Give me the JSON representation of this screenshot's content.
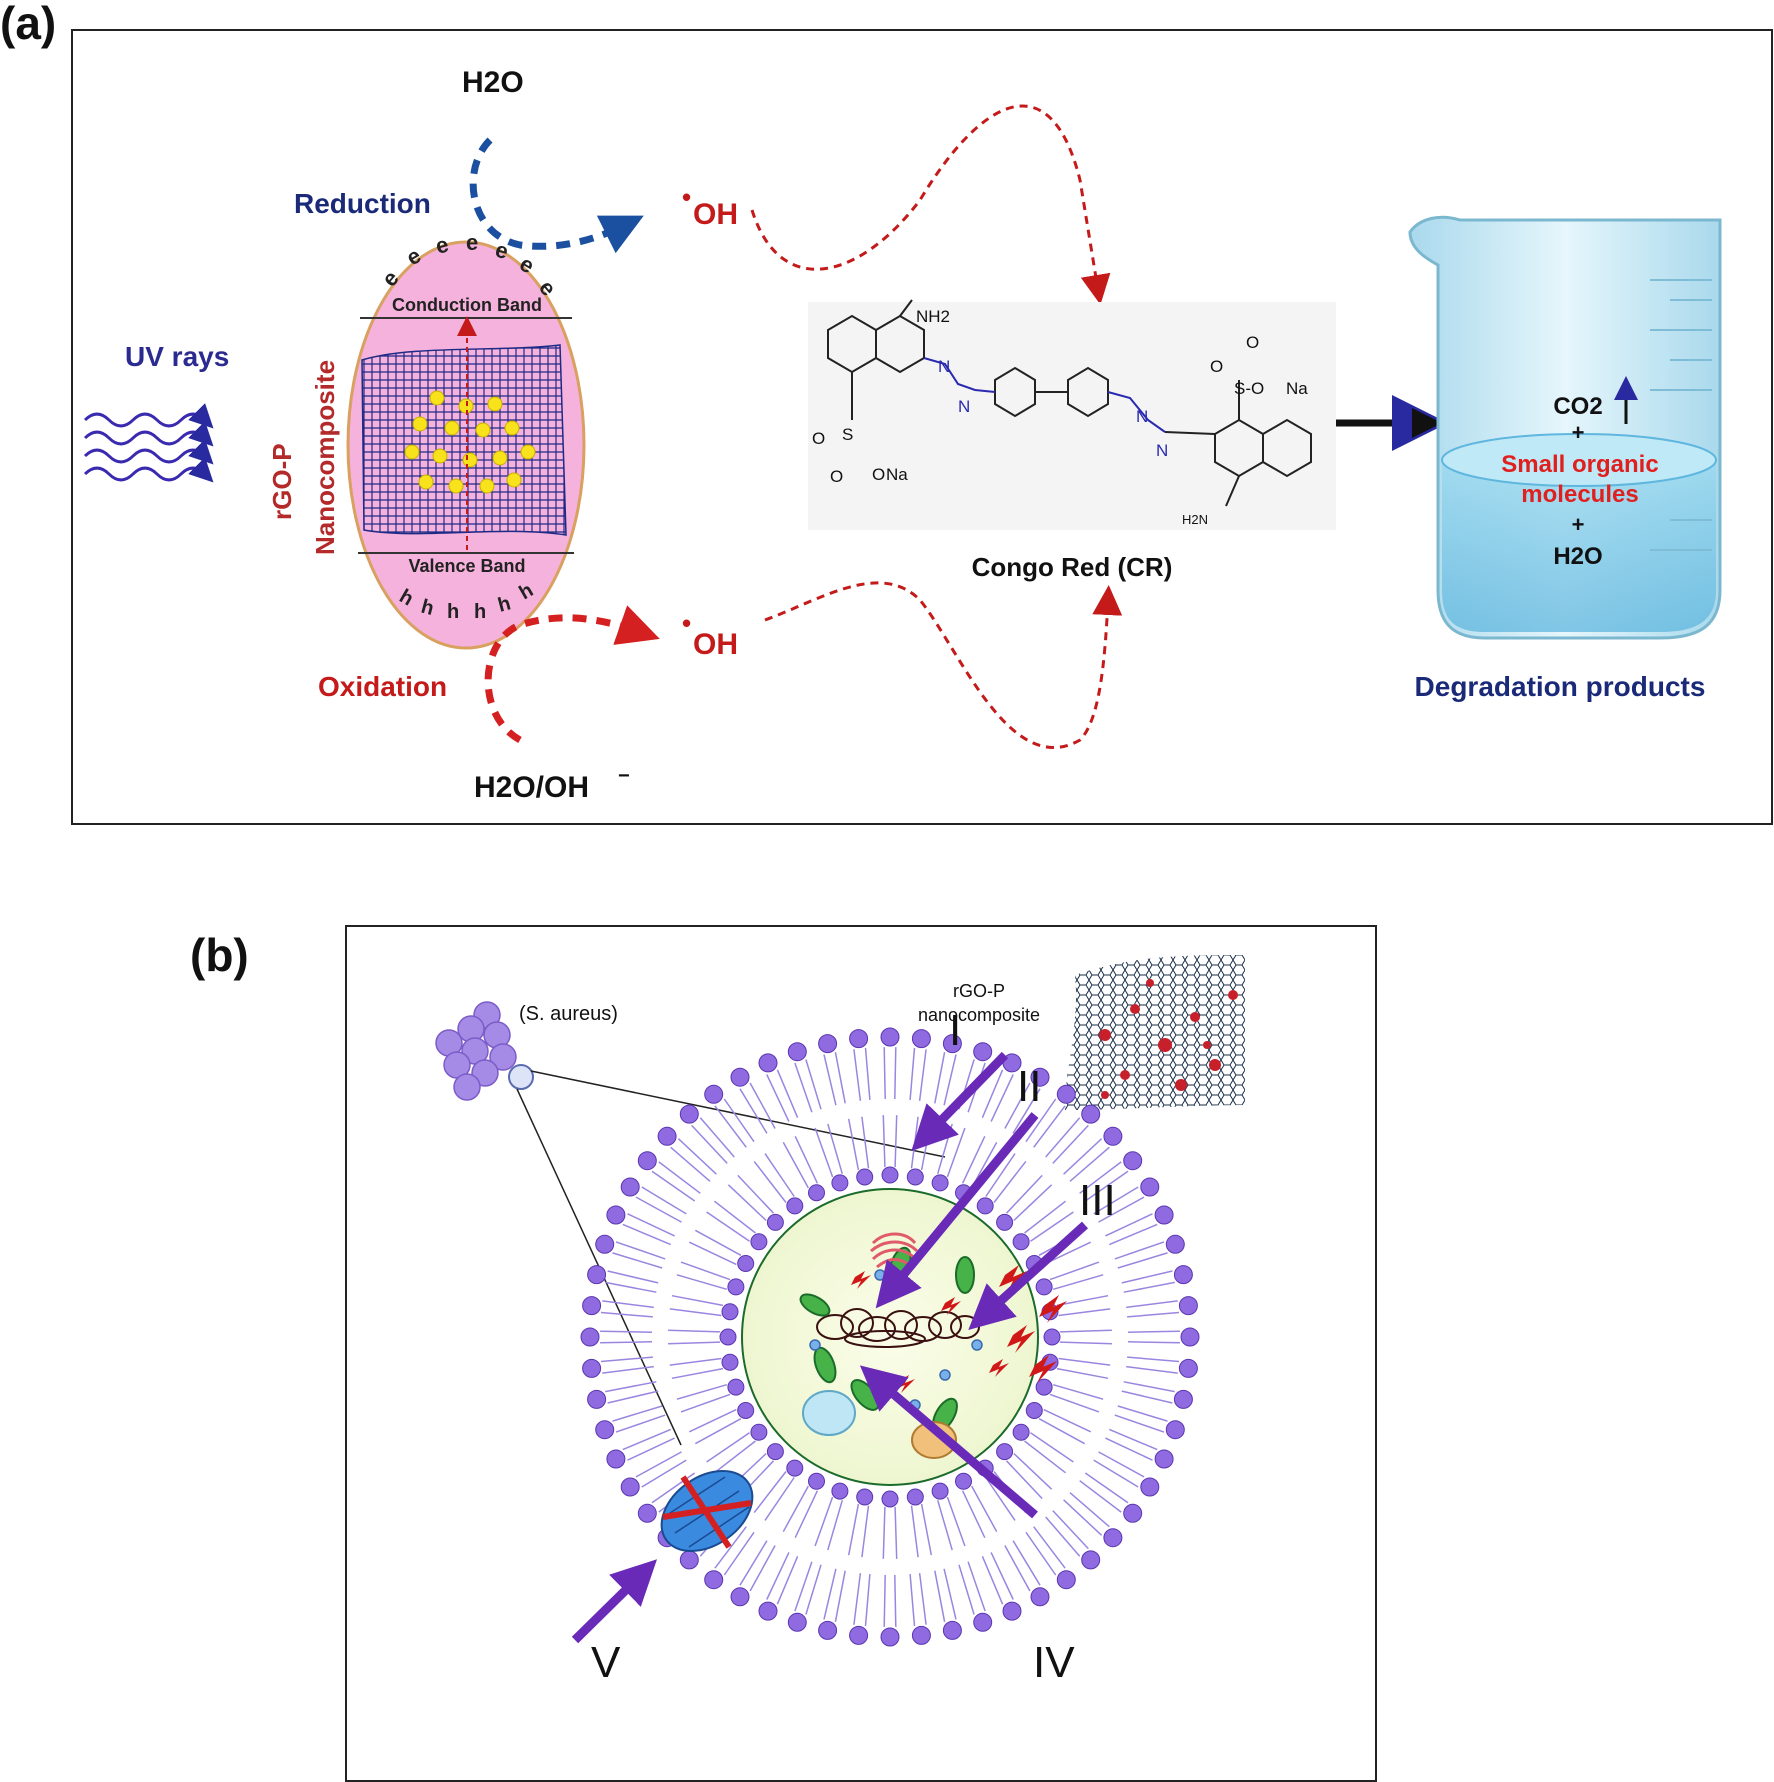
{
  "panel_a": {
    "label": "(a)",
    "uv_rays": "UV rays",
    "nanocomposite_name": "rGO-P",
    "nanocomposite_word": "Nanocomposite",
    "conduction_band": "Conduction Band",
    "valence_band": "Valence Band",
    "electrons": [
      "e",
      "e",
      "e",
      "e",
      "e",
      "e",
      "e"
    ],
    "holes": [
      "h",
      "h",
      "h",
      "h",
      "h",
      "h"
    ],
    "reduction": "Reduction",
    "oxidation": "Oxidation",
    "h2o": "H2O",
    "h2o_oh": "H2O/OH",
    "oh_radical_top": "OH",
    "oh_radical_bottom": "OH",
    "dye_atoms": {
      "nh2_top": "NH2",
      "so3na_right": "S-O",
      "na_right": "Na",
      "so3na_left": "O",
      "na_left": "Na",
      "nh2_bottom": "H2N",
      "n": "N",
      "s": "S",
      "o": "O"
    },
    "dye_name": "Congo Red (CR)",
    "co2": "CO2",
    "plus": "+",
    "small_organic_line1": "Small organic",
    "small_organic_line2": "molecules",
    "h2o_beaker": "H2O",
    "degradation_products": "Degradation products"
  },
  "panel_b": {
    "label": "(b)",
    "bacteria": "(S. aureus)",
    "nanocomposite_line1": "rGO-P",
    "nanocomposite_line2": "nanocomposite",
    "mechanisms": [
      "I",
      "II",
      "III",
      "IV",
      "V"
    ]
  },
  "colors": {
    "navy": "#1b2a78",
    "red": "#c41a1a",
    "purple": "#7a3fc0",
    "membrane": "#8f6ae0",
    "pink": "#f2a6d6",
    "beaker": "#cfeaf5"
  }
}
